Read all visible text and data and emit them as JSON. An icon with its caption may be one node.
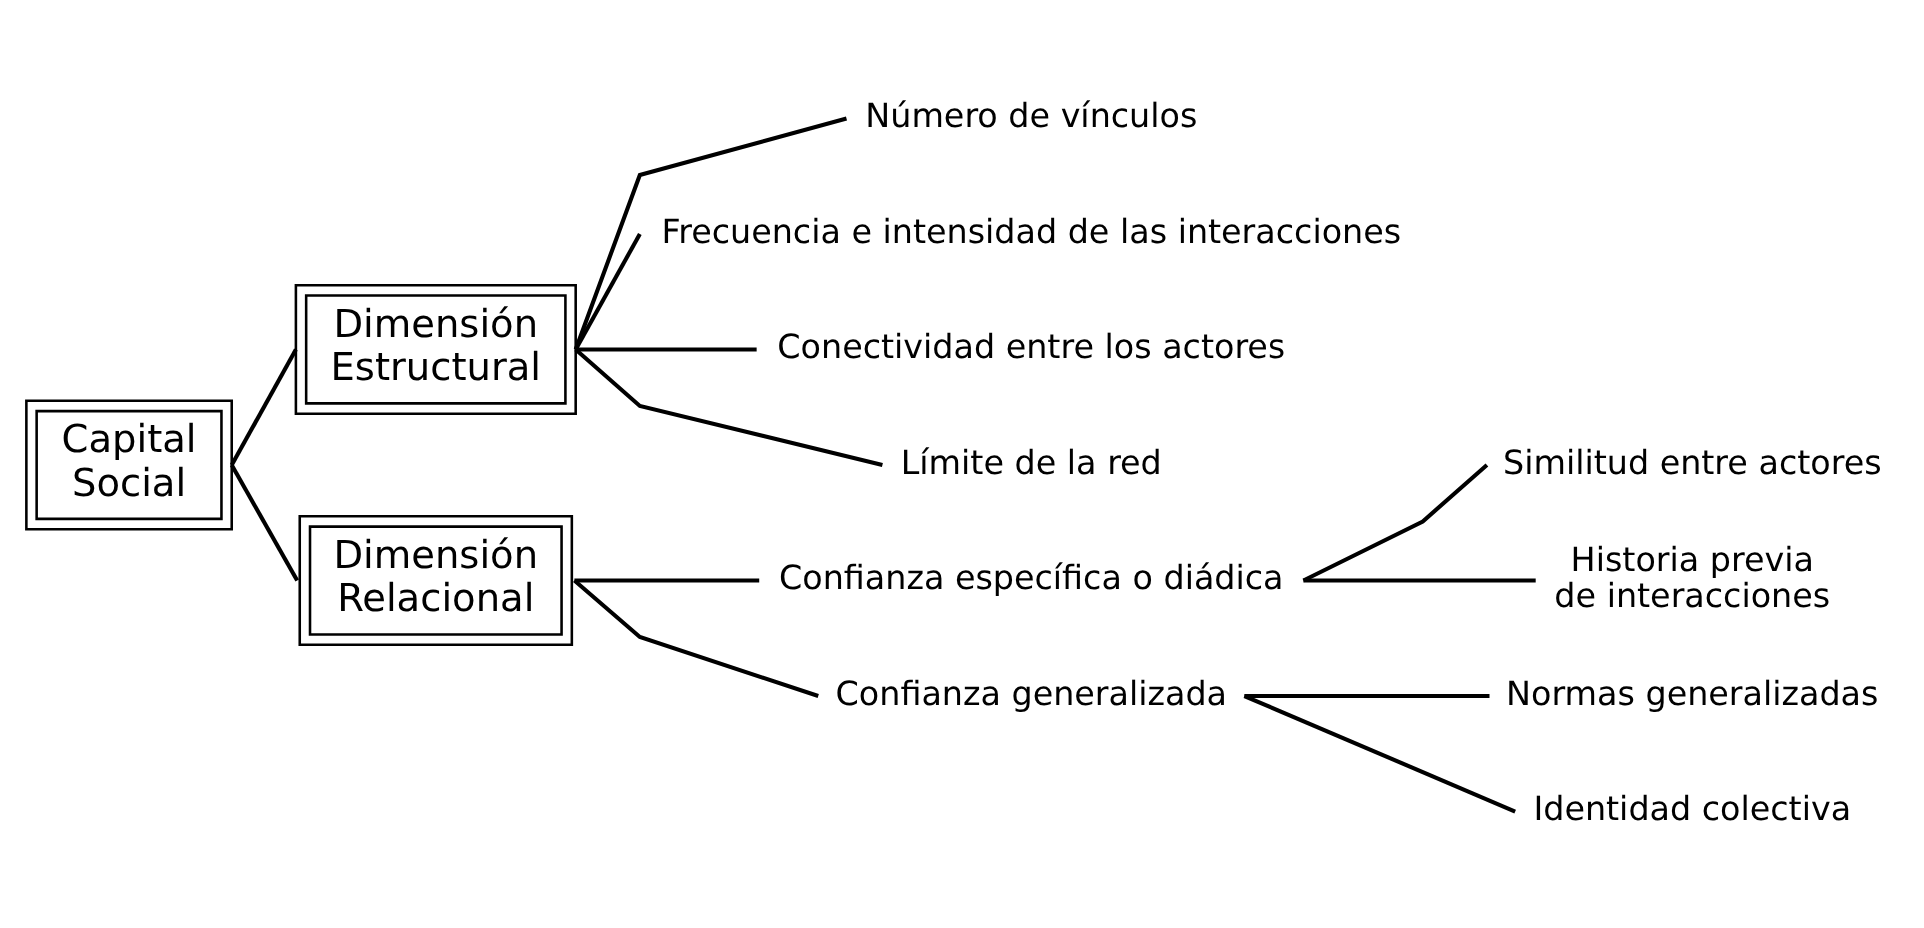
{
  "diagram": {
    "nodes": [
      {
        "text": [
          "Capital Social"
        ]
      },
      {
        "text": [
          "Dimensión Estructural"
        ]
      },
      {
        "text": [
          "Número de vínculos"
        ]
      },
      {
        "text": [
          "Frecuencia e intensidad de las interacciones"
        ]
      },
      {
        "text": [
          "Conectividad entre los actores"
        ]
      },
      {
        "text": [
          "Límite de la red"
        ]
      },
      {
        "text": [
          "Dimensión Relacional"
        ]
      },
      {
        "text": [
          "Confianza específica o diádica"
        ]
      },
      {
        "text": [
          "Similitud entre actores"
        ]
      },
      {
        "text": [
          "Historia previa de interacciones"
        ]
      },
      {
        "text": [
          "Confianza generalizada"
        ]
      },
      {
        "text": [
          "Normas generalizadas"
        ]
      },
      {
        "text": [
          "Identidad colectiva"
        ]
      }
    ],
    "edges": [
      {
        "from": 0,
        "to": 1,
        "arrow": "none"
      },
      {
        "from": 0,
        "to": 6,
        "arrow": "none"
      },
      {
        "from": 1,
        "to": 2,
        "arrow": "none"
      },
      {
        "from": 1,
        "to": 3,
        "arrow": "none"
      },
      {
        "from": 1,
        "to": 4,
        "arrow": "none"
      },
      {
        "from": 1,
        "to": 5,
        "arrow": "none"
      },
      {
        "from": 6,
        "to": 7,
        "arrow": "none"
      },
      {
        "from": 6,
        "to": 10,
        "arrow": "none"
      },
      {
        "from": 7,
        "to": 8,
        "arrow": "none"
      },
      {
        "from": 7,
        "to": 9,
        "arrow": "none"
      },
      {
        "from": 10,
        "to": 11,
        "arrow": "none"
      },
      {
        "from": 10,
        "to": 12,
        "arrow": "none"
      }
    ]
  }
}
